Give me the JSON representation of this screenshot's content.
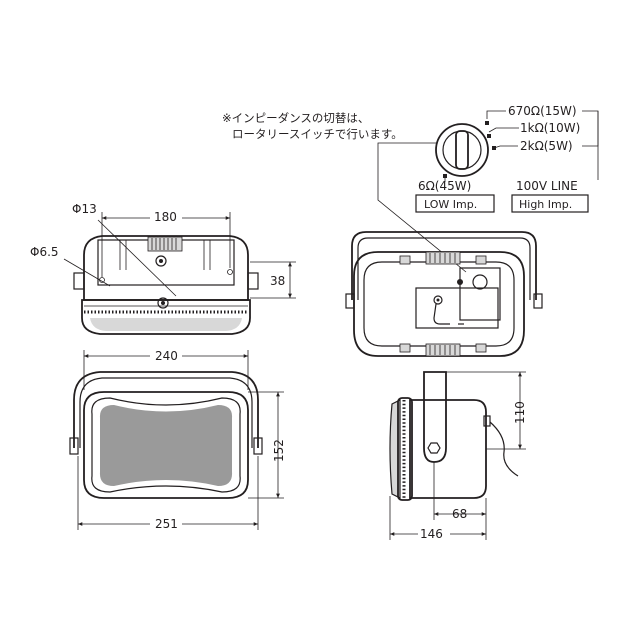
{
  "note": {
    "line1": "※インピーダンスの切替は、",
    "line2": "ロータリースイッチで行います。"
  },
  "switch_taps": {
    "tap_670": "670Ω(15W)",
    "tap_1k": "1kΩ(10W)",
    "tap_2k": "2kΩ(5W)",
    "tap_6": "6Ω(45W)",
    "line_100v": "100V LINE"
  },
  "boxes": {
    "low": "LOW Imp.",
    "high": "High Imp."
  },
  "dimensions": {
    "phi13": "Φ13",
    "phi6_5": "Φ6.5",
    "d180": "180",
    "d38": "38",
    "d240": "240",
    "d152": "152",
    "d251": "251",
    "d110": "110",
    "d68": "68",
    "d146": "146"
  }
}
